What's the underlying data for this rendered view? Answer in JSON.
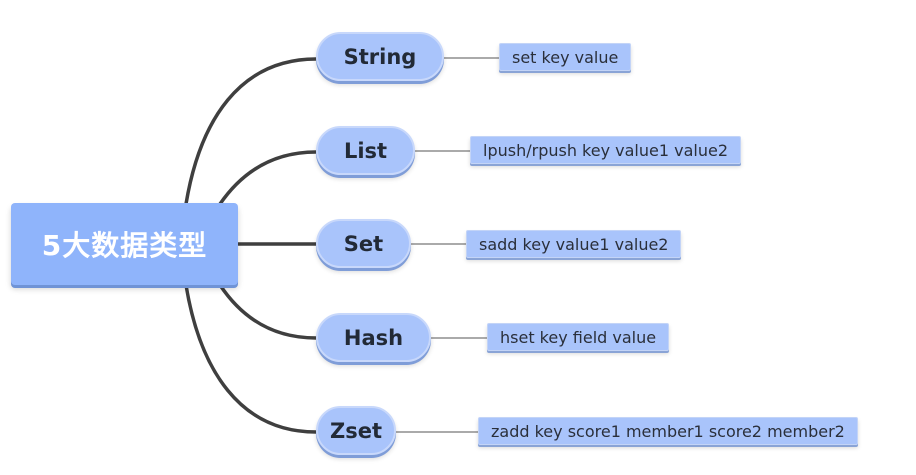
{
  "diagram": {
    "root": {
      "label": "5大数据类型"
    },
    "branches": [
      {
        "label": "String",
        "command": "set key value"
      },
      {
        "label": "List",
        "command": "lpush/rpush key value1 value2"
      },
      {
        "label": "Set",
        "command": "sadd key value1 value2"
      },
      {
        "label": "Hash",
        "command": "hset key field value"
      },
      {
        "label": "Zset",
        "command": "zadd key score1 member1 score2 member2"
      }
    ],
    "colors": {
      "root_fill": "#8fb4fb",
      "node_fill": "#a9c4fb",
      "connector": "#3f3f3f"
    }
  }
}
